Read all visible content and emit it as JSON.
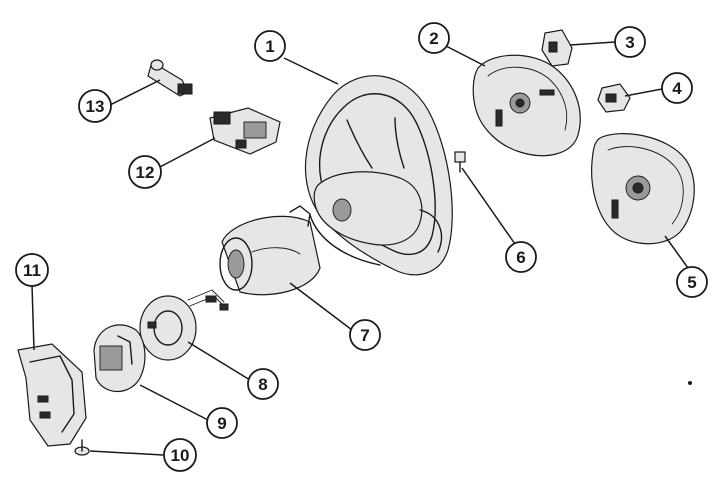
{
  "callouts": [
    {
      "id": "1",
      "label": "1"
    },
    {
      "id": "2",
      "label": "2"
    },
    {
      "id": "3",
      "label": "3"
    },
    {
      "id": "4",
      "label": "4"
    },
    {
      "id": "5",
      "label": "5"
    },
    {
      "id": "6",
      "label": "6"
    },
    {
      "id": "7",
      "label": "7"
    },
    {
      "id": "8",
      "label": "8"
    },
    {
      "id": "9",
      "label": "9"
    },
    {
      "id": "10",
      "label": "10"
    },
    {
      "id": "11",
      "label": "11"
    },
    {
      "id": "12",
      "label": "12"
    },
    {
      "id": "13",
      "label": "13"
    }
  ],
  "parts": [
    {
      "callout": "1",
      "icon": "steering-wheel-icon"
    },
    {
      "callout": "2",
      "icon": "driver-airbag-module-icon"
    },
    {
      "callout": "3",
      "icon": "horn-switch-icon"
    },
    {
      "callout": "4",
      "icon": "horn-switch-icon"
    },
    {
      "callout": "5",
      "icon": "driver-airbag-module-icon"
    },
    {
      "callout": "6",
      "icon": "bolt-icon"
    },
    {
      "callout": "7",
      "icon": "column-shroud-icon"
    },
    {
      "callout": "8",
      "icon": "clockspring-icon"
    },
    {
      "callout": "9",
      "icon": "clockspring-icon"
    },
    {
      "callout": "10",
      "icon": "screw-icon"
    },
    {
      "callout": "11",
      "icon": "lower-shroud-icon"
    },
    {
      "callout": "12",
      "icon": "ignition-switch-icon"
    },
    {
      "callout": "13",
      "icon": "key-cylinder-icon"
    }
  ]
}
